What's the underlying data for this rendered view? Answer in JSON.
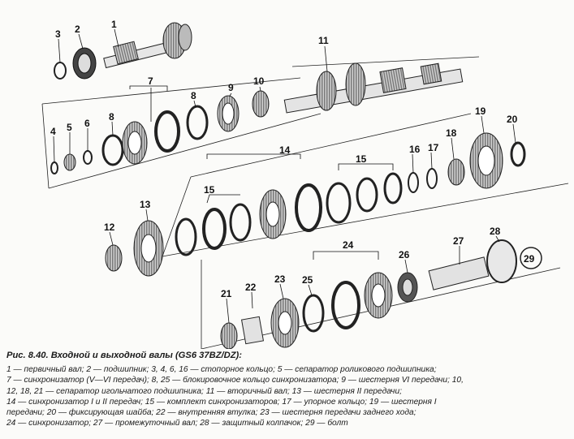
{
  "labels": {
    "l1": "1",
    "l2": "2",
    "l3": "3",
    "l4": "4",
    "l5": "5",
    "l6": "6",
    "l7": "7",
    "l8a": "8",
    "l8b": "8",
    "l9": "9",
    "l10": "10",
    "l11": "11",
    "l12": "12",
    "l13": "13",
    "l14": "14",
    "l15a": "15",
    "l15b": "15",
    "l16": "16",
    "l17": "17",
    "l18": "18",
    "l19": "19",
    "l20": "20",
    "l21": "21",
    "l22": "22",
    "l23": "23",
    "l24": "24",
    "l25": "25",
    "l26": "26",
    "l27": "27",
    "l28": "28",
    "l29": "29"
  },
  "caption": {
    "title": "Рис. 8.40. Входной и выходной валы (GS6 37BZ/DZ):",
    "lines": [
      "1 — первичный вал; 2 — подшипник; 3, 4, 6, 16 — стопорное кольцо; 5 — сепаратор роликового подшипника;",
      "7 — синхронизатор (V—VI передач); 8, 25 — блокировочное кольцо синхронизатора; 9 — шестерня VI передачи; 10,",
      "12, 18, 21 — сепаратор игольчатого подшипника; 11 — вторичный вал; 13 — шестерня II передачи;",
      "14 — синхронизатор I и II передач; 15 — комплект синхронизаторов; 17 — упорное кольцо; 19 — шестерня I",
      "передачи; 20 — фиксирующая шайба; 22 — внутренняя втулка; 23 — шестерня передачи заднего хода;",
      "24 — синхронизатор; 27 — промежуточный вал; 28 — защитный колпачок; 29 — болт"
    ]
  },
  "colors": {
    "ink": "#1a1a1a",
    "paper": "#fbfbf9",
    "metal": "#d8d8d8",
    "dark": "#6a6a6a"
  }
}
